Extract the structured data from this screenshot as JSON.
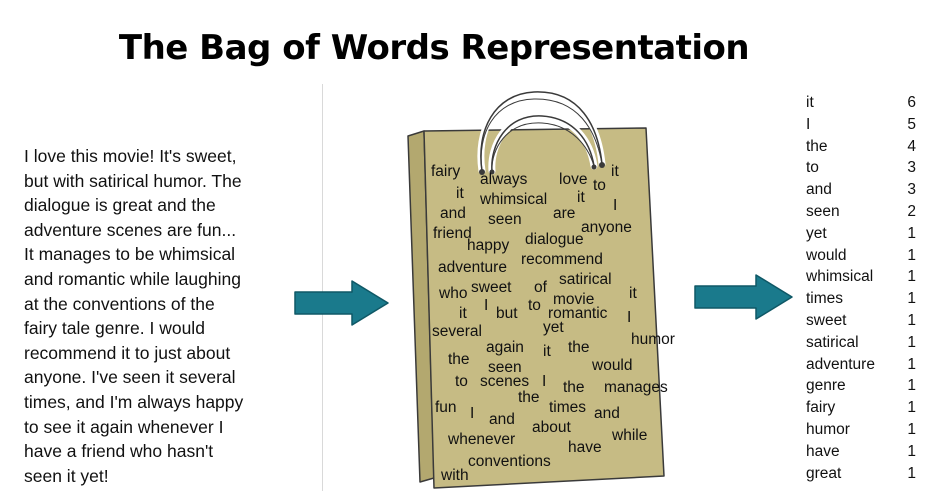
{
  "title": "The Bag of Words Representation",
  "review_lines": [
    "I love this movie! It's sweet,",
    "but with satirical humor. The",
    "dialogue is great and the",
    "adventure scenes are fun...",
    "It manages to be whimsical",
    "and romantic while laughing",
    "at the conventions of the",
    "fairy tale genre. I would",
    "recommend it to just about",
    "anyone. I've seen it several",
    "times, and I'm always happy",
    "to see it again whenever I",
    "have a friend who hasn't",
    "seen it yet!"
  ],
  "bag_words": [
    "fairy",
    "always",
    "love",
    "to",
    "it",
    "it",
    "whimsical",
    "it",
    "and",
    "are",
    "I",
    "seen",
    "anyone",
    "friend",
    "dialogue",
    "happy",
    "recommend",
    "adventure",
    "satirical",
    "sweet",
    "of",
    "it",
    "who",
    "movie",
    "I",
    "to",
    "it",
    "but",
    "romantic",
    "I",
    "yet",
    "several",
    "humor",
    "again",
    "the",
    "it",
    "would",
    "the",
    "seen",
    "to",
    "scenes",
    "I",
    "the",
    "manages",
    "the",
    "and",
    "fun",
    "I",
    "times",
    "and",
    "about",
    "while",
    "whenever",
    "have",
    "conventions",
    "with"
  ],
  "counts": [
    {
      "word": "it",
      "count": "6"
    },
    {
      "word": "I",
      "count": "5"
    },
    {
      "word": "the",
      "count": "4"
    },
    {
      "word": "to",
      "count": "3"
    },
    {
      "word": "and",
      "count": "3"
    },
    {
      "word": "seen",
      "count": "2"
    },
    {
      "word": "yet",
      "count": "1"
    },
    {
      "word": "would",
      "count": "1"
    },
    {
      "word": "whimsical",
      "count": "1"
    },
    {
      "word": "times",
      "count": "1"
    },
    {
      "word": "sweet",
      "count": "1"
    },
    {
      "word": "satirical",
      "count": "1"
    },
    {
      "word": "adventure",
      "count": "1"
    },
    {
      "word": "genre",
      "count": "1"
    },
    {
      "word": "fairy",
      "count": "1"
    },
    {
      "word": "humor",
      "count": "1"
    },
    {
      "word": "have",
      "count": "1"
    },
    {
      "word": "great",
      "count": "1"
    }
  ],
  "colors": {
    "bag_front": "#c6bb84",
    "bag_side": "#b3a86f",
    "bag_outline": "#3a3a3a",
    "arrow_fill": "#1a7a8c",
    "arrow_stroke": "#0f5866"
  }
}
